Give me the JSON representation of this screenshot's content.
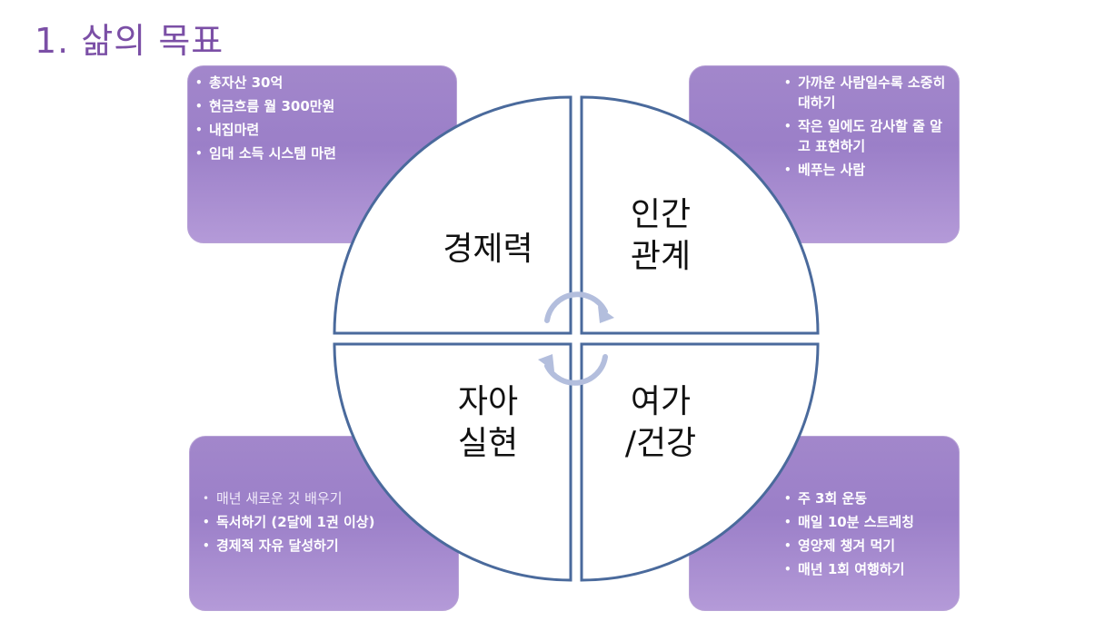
{
  "title": "1. 삶의 목표",
  "quadrants": {
    "top_left": {
      "label": "경제력",
      "items": [
        "총자산 30억",
        "현금흐름 월 300만원",
        "내집마련",
        "임대 소득 시스템 마련"
      ]
    },
    "top_right": {
      "label_line1": "인간",
      "label_line2": "관계",
      "items": [
        "가까운 사람일수록 소중히 대하기",
        "작은 일에도 감사할 줄 알고 표현하기",
        "베푸는 사람"
      ]
    },
    "bottom_left": {
      "label_line1": "자아",
      "label_line2": "실현",
      "items": [
        "매년 새로운 것 배우기",
        "독서하기 (2달에 1권 이상)",
        "경제적 자유 달성하기"
      ]
    },
    "bottom_right": {
      "label_line1": "여가",
      "label_line2": "/건강",
      "items": [
        "주 3회 운동",
        "매일 10분 스트레칭",
        "영양제 챙겨 먹기",
        "매년 1회 여행하기"
      ]
    }
  },
  "colors": {
    "title": "#7b4fa6",
    "box_fill": "#a287cb",
    "circle_stroke": "#4a6a9c",
    "arrow": "#b3bedd"
  },
  "icons": {
    "center": "cycle-arrows-icon"
  }
}
